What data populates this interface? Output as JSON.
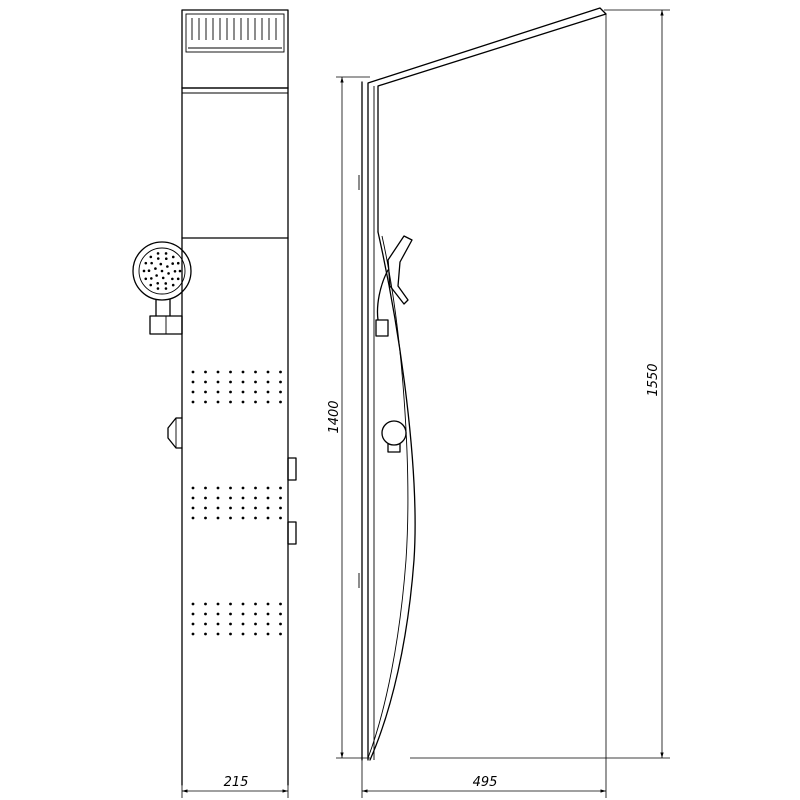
{
  "dimensions": {
    "front_width": "215",
    "side_depth": "495",
    "panel_height": "1400",
    "overall_height": "1550"
  },
  "colors": {
    "line": "#000000",
    "background": "#ffffff"
  }
}
